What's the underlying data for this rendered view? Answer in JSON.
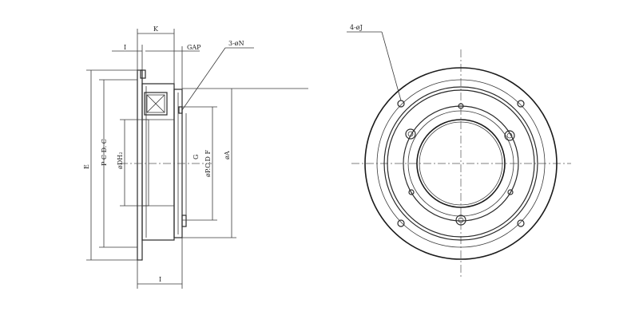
{
  "labels": {
    "k": "K",
    "i_top": "I",
    "gap": "GAP",
    "n_holes": "3-øN",
    "j_holes": "4-øJ",
    "e": "E",
    "pcd_c": "P C D. C",
    "dh": "øDH₂",
    "g": "G",
    "pcd_f": "øP.C.D F",
    "a": "øA",
    "i_bottom": "I"
  },
  "colors": {
    "line": "#2a2a2a",
    "background": "#ffffff"
  }
}
